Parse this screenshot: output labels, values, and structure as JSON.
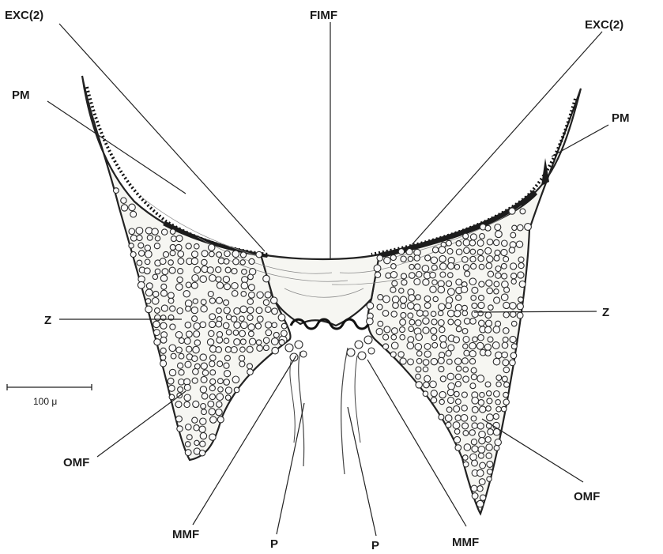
{
  "labels": {
    "exc_left": "EXC(2)",
    "exc_right": "EXC(2)",
    "fimf": "FIMF",
    "pm_left": "PM",
    "pm_right": "PM",
    "z_left": "Z",
    "z_right": "Z",
    "omf_left": "OMF",
    "omf_right": "OMF",
    "mmf_left": "MMF",
    "mmf_right": "MMF",
    "p_left": "P",
    "p_right": "P"
  },
  "scale_bar": {
    "label": "100 μ"
  },
  "colors": {
    "ink": "#1a1a1a",
    "paper": "#ffffff",
    "tissue": "#f6f6f2"
  }
}
